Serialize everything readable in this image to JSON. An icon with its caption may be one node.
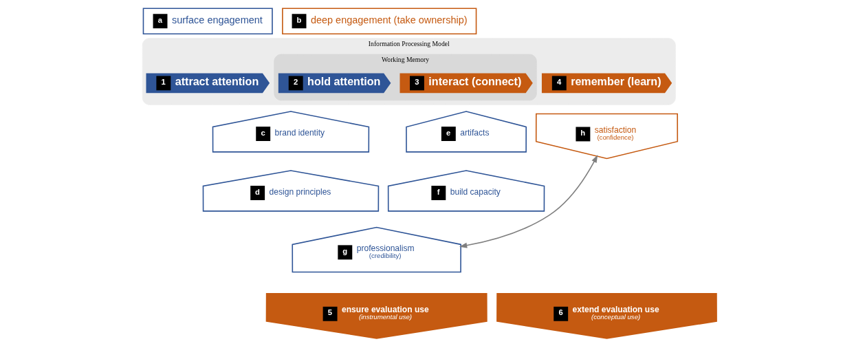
{
  "diagram": {
    "nodes": [
      {
        "text": [
          "Information Processing Model"
        ]
      },
      {
        "text": [
          "Working Memory"
        ],
        "in": 0
      },
      {
        "text": [
          "1",
          "attract attention"
        ],
        "in": 0
      },
      {
        "text": [
          "2",
          "hold attention"
        ],
        "in": 1
      },
      {
        "text": [
          "3",
          "interact (connect)"
        ],
        "in": 1
      },
      {
        "text": [
          "4",
          "remember (learn)"
        ],
        "in": 0
      },
      {
        "text": [
          "a",
          "surface engagement"
        ]
      },
      {
        "text": [
          "b",
          "deep engagement (take ownership)"
        ]
      },
      {
        "text": [
          "c",
          "brand identity"
        ]
      },
      {
        "text": [
          "d",
          "design principles"
        ]
      },
      {
        "text": [
          "e",
          "artifacts"
        ]
      },
      {
        "text": [
          "f",
          "build capacity"
        ]
      },
      {
        "text": [
          "g",
          "professionalism",
          "(credibility)"
        ]
      },
      {
        "text": [
          "h",
          "satisfaction",
          "(confidence)"
        ]
      },
      {
        "text": [
          "5",
          "ensure evaluation use",
          "(instrumental use)"
        ]
      },
      {
        "text": [
          "6",
          "extend evaluation use",
          "(conceptual use)"
        ]
      }
    ],
    "edges": [
      {
        "from": 12,
        "to": 13,
        "arrow": "both"
      }
    ]
  }
}
